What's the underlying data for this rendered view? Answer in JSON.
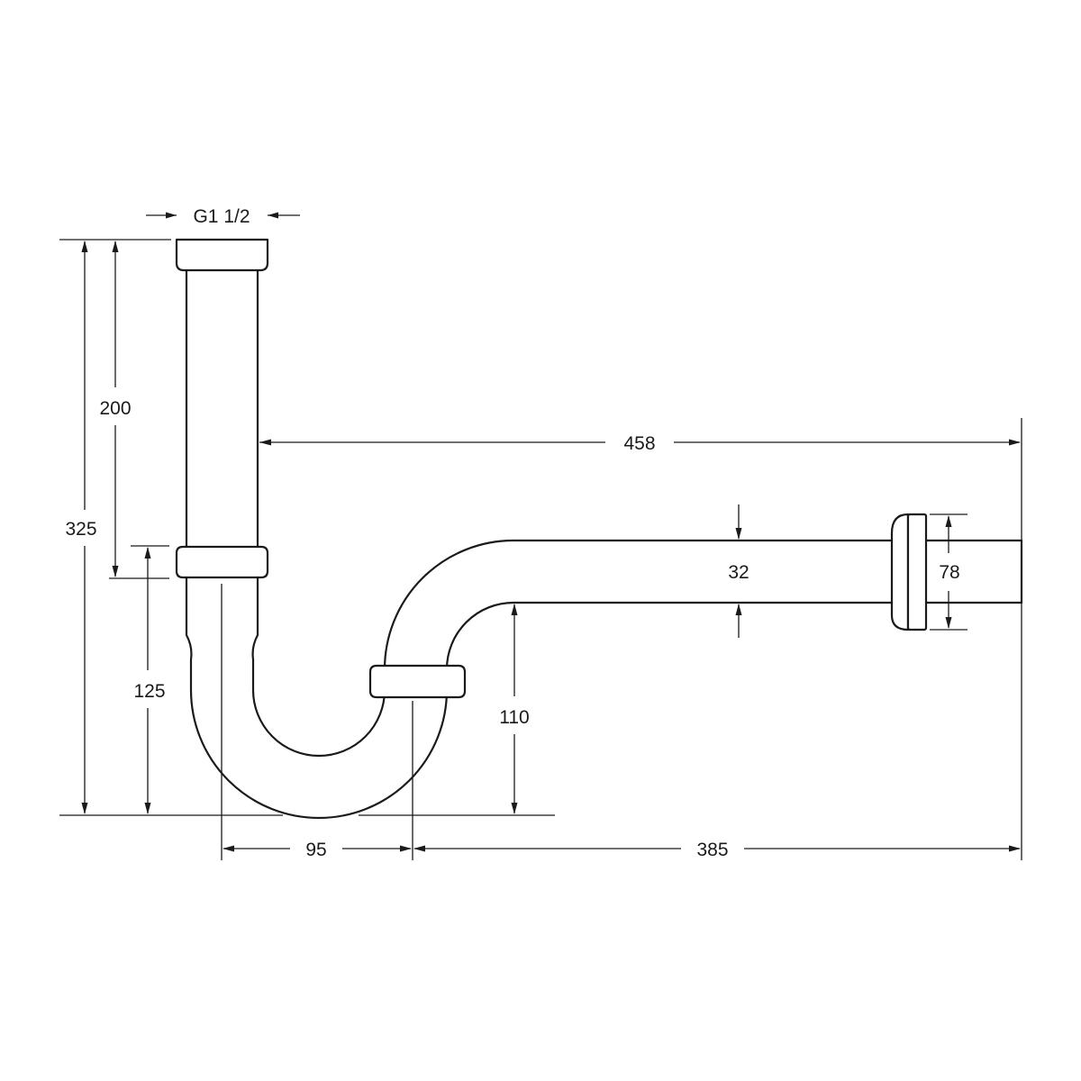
{
  "drawing": {
    "labels": {
      "thread_size": "G1 1/2",
      "total_height": "325",
      "upper_tube_length": "200",
      "lower_height": "125",
      "horizontal_length": "458",
      "pipe_diameter": "32",
      "rosette_diameter": "78",
      "outlet_height": "110",
      "trap_offset": "95",
      "outlet_length": "385"
    }
  }
}
